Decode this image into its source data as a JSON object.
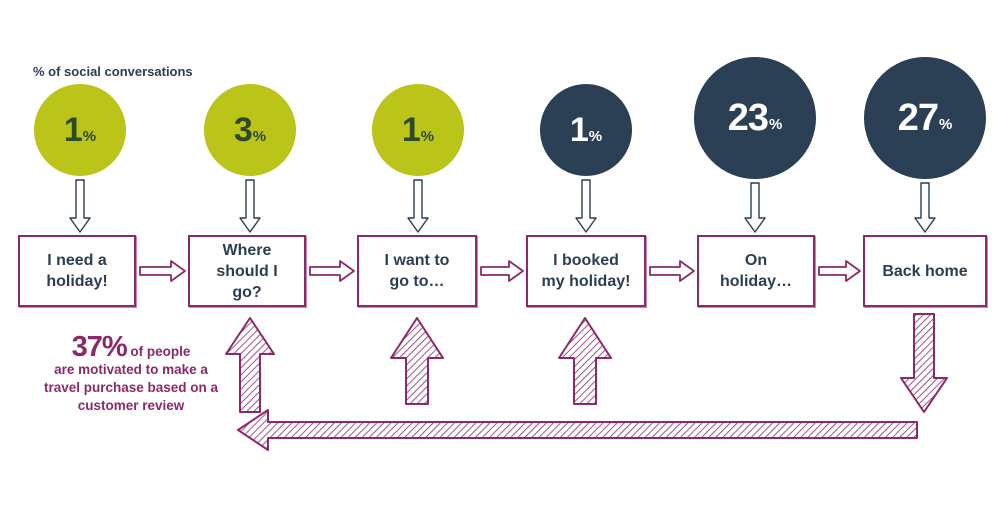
{
  "subtitle": "% of social conversations",
  "unit": "%",
  "stages": [
    {
      "label": "I need a\nholiday!",
      "value": "1",
      "color": "#bac419",
      "text_color": "#2f4a2a"
    },
    {
      "label": "Where\nshould I\ngo?",
      "value": "3",
      "color": "#bac419",
      "text_color": "#2f4a2a"
    },
    {
      "label": "I want to\ngo to…",
      "value": "1",
      "color": "#bac419",
      "text_color": "#2f4a2a"
    },
    {
      "label": "I booked\nmy holiday!",
      "value": "1",
      "color": "#2b3f55",
      "text_color": "#ffffff"
    },
    {
      "label": "On\nholiday…",
      "value": "23",
      "color": "#2b3f55",
      "text_color": "#ffffff"
    },
    {
      "label": "Back home",
      "value": "27",
      "color": "#2b3f55",
      "text_color": "#ffffff"
    }
  ],
  "review": {
    "value": "37%",
    "text_first": "of people",
    "text_rest": "are motivated to make a travel purchase based on a customer review"
  },
  "colors": {
    "accent": "#8b2a66",
    "navy": "#2b3f55",
    "lime": "#bac419",
    "text": "#2c3e50"
  }
}
